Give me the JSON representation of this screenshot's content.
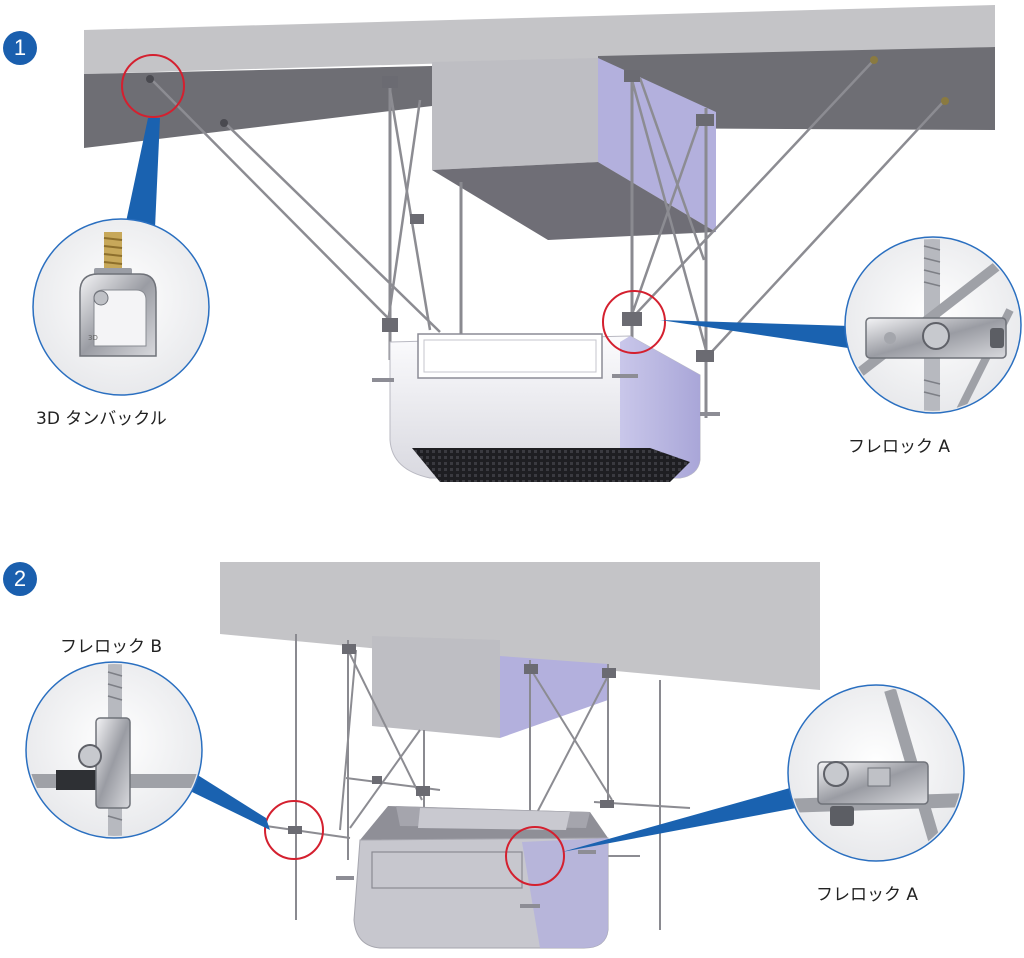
{
  "panel1": {
    "step_number": "1",
    "labels": {
      "turnbuckle": "3D タンバックル",
      "lock_a": "フレロック A"
    }
  },
  "panel2": {
    "step_number": "2",
    "labels": {
      "lock_b": "フレロック B",
      "lock_a": "フレロック A"
    }
  },
  "colors": {
    "marker_blue": "#1a5fae",
    "callout_blue": "#1a62b0",
    "highlight_red": "#d4202f",
    "ceiling_light": "#c4c4c7",
    "ceiling_dark": "#6e6e74",
    "duct_face": "#b3b0dd",
    "unit_body": "#e9e9ee"
  },
  "icons": [
    "turnbuckle-photo",
    "lock-a-photo",
    "lock-b-photo"
  ]
}
